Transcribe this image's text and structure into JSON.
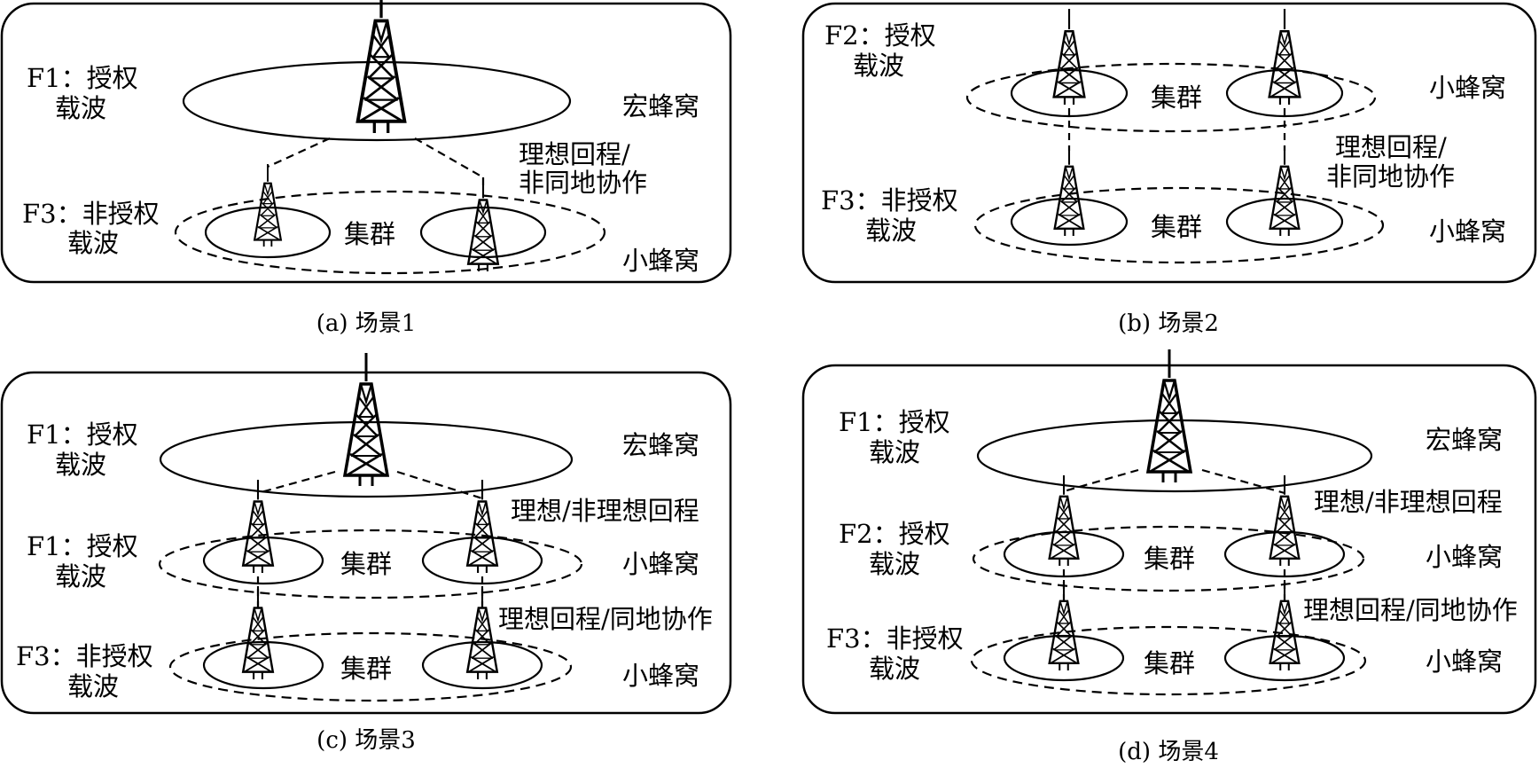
{
  "panels": [
    {
      "caption": "(a) 场景1",
      "labels": [
        "F1：授权",
        "载波",
        "宏蜂窝",
        "理想回程/",
        "非同地协作",
        "F3：非授权",
        "载波",
        "集群",
        "小蜂窝"
      ]
    },
    {
      "caption": "(b) 场景2",
      "labels": [
        "F2：授权",
        "载波",
        "集群",
        "小蜂窝",
        "理想回程/",
        "非同地协作",
        "F3：非授权",
        "载波",
        "集群",
        "小蜂窝"
      ]
    },
    {
      "caption": "(c) 场景3",
      "labels": [
        "F1：授权",
        "载波",
        "宏蜂窝",
        "理想/非理想回程",
        "F1：授权",
        "载波",
        "集群",
        "小蜂窝",
        "理想回程/同地协作",
        "F3：非授权",
        "载波",
        "集群",
        "小蜂窝"
      ]
    },
    {
      "caption": "(d) 场景4",
      "labels": [
        "F1：授权",
        "载波",
        "宏蜂窝",
        "理想/非理想回程",
        "F2：授权",
        "载波",
        "集群",
        "小蜂窝",
        "理想回程/同地协作",
        "F3：非授权",
        "载波",
        "集群",
        "小蜂窝"
      ]
    }
  ],
  "icons": {
    "tower": "cell-tower-icon"
  },
  "colors": {
    "line": "#000000",
    "background": "#ffffff"
  }
}
